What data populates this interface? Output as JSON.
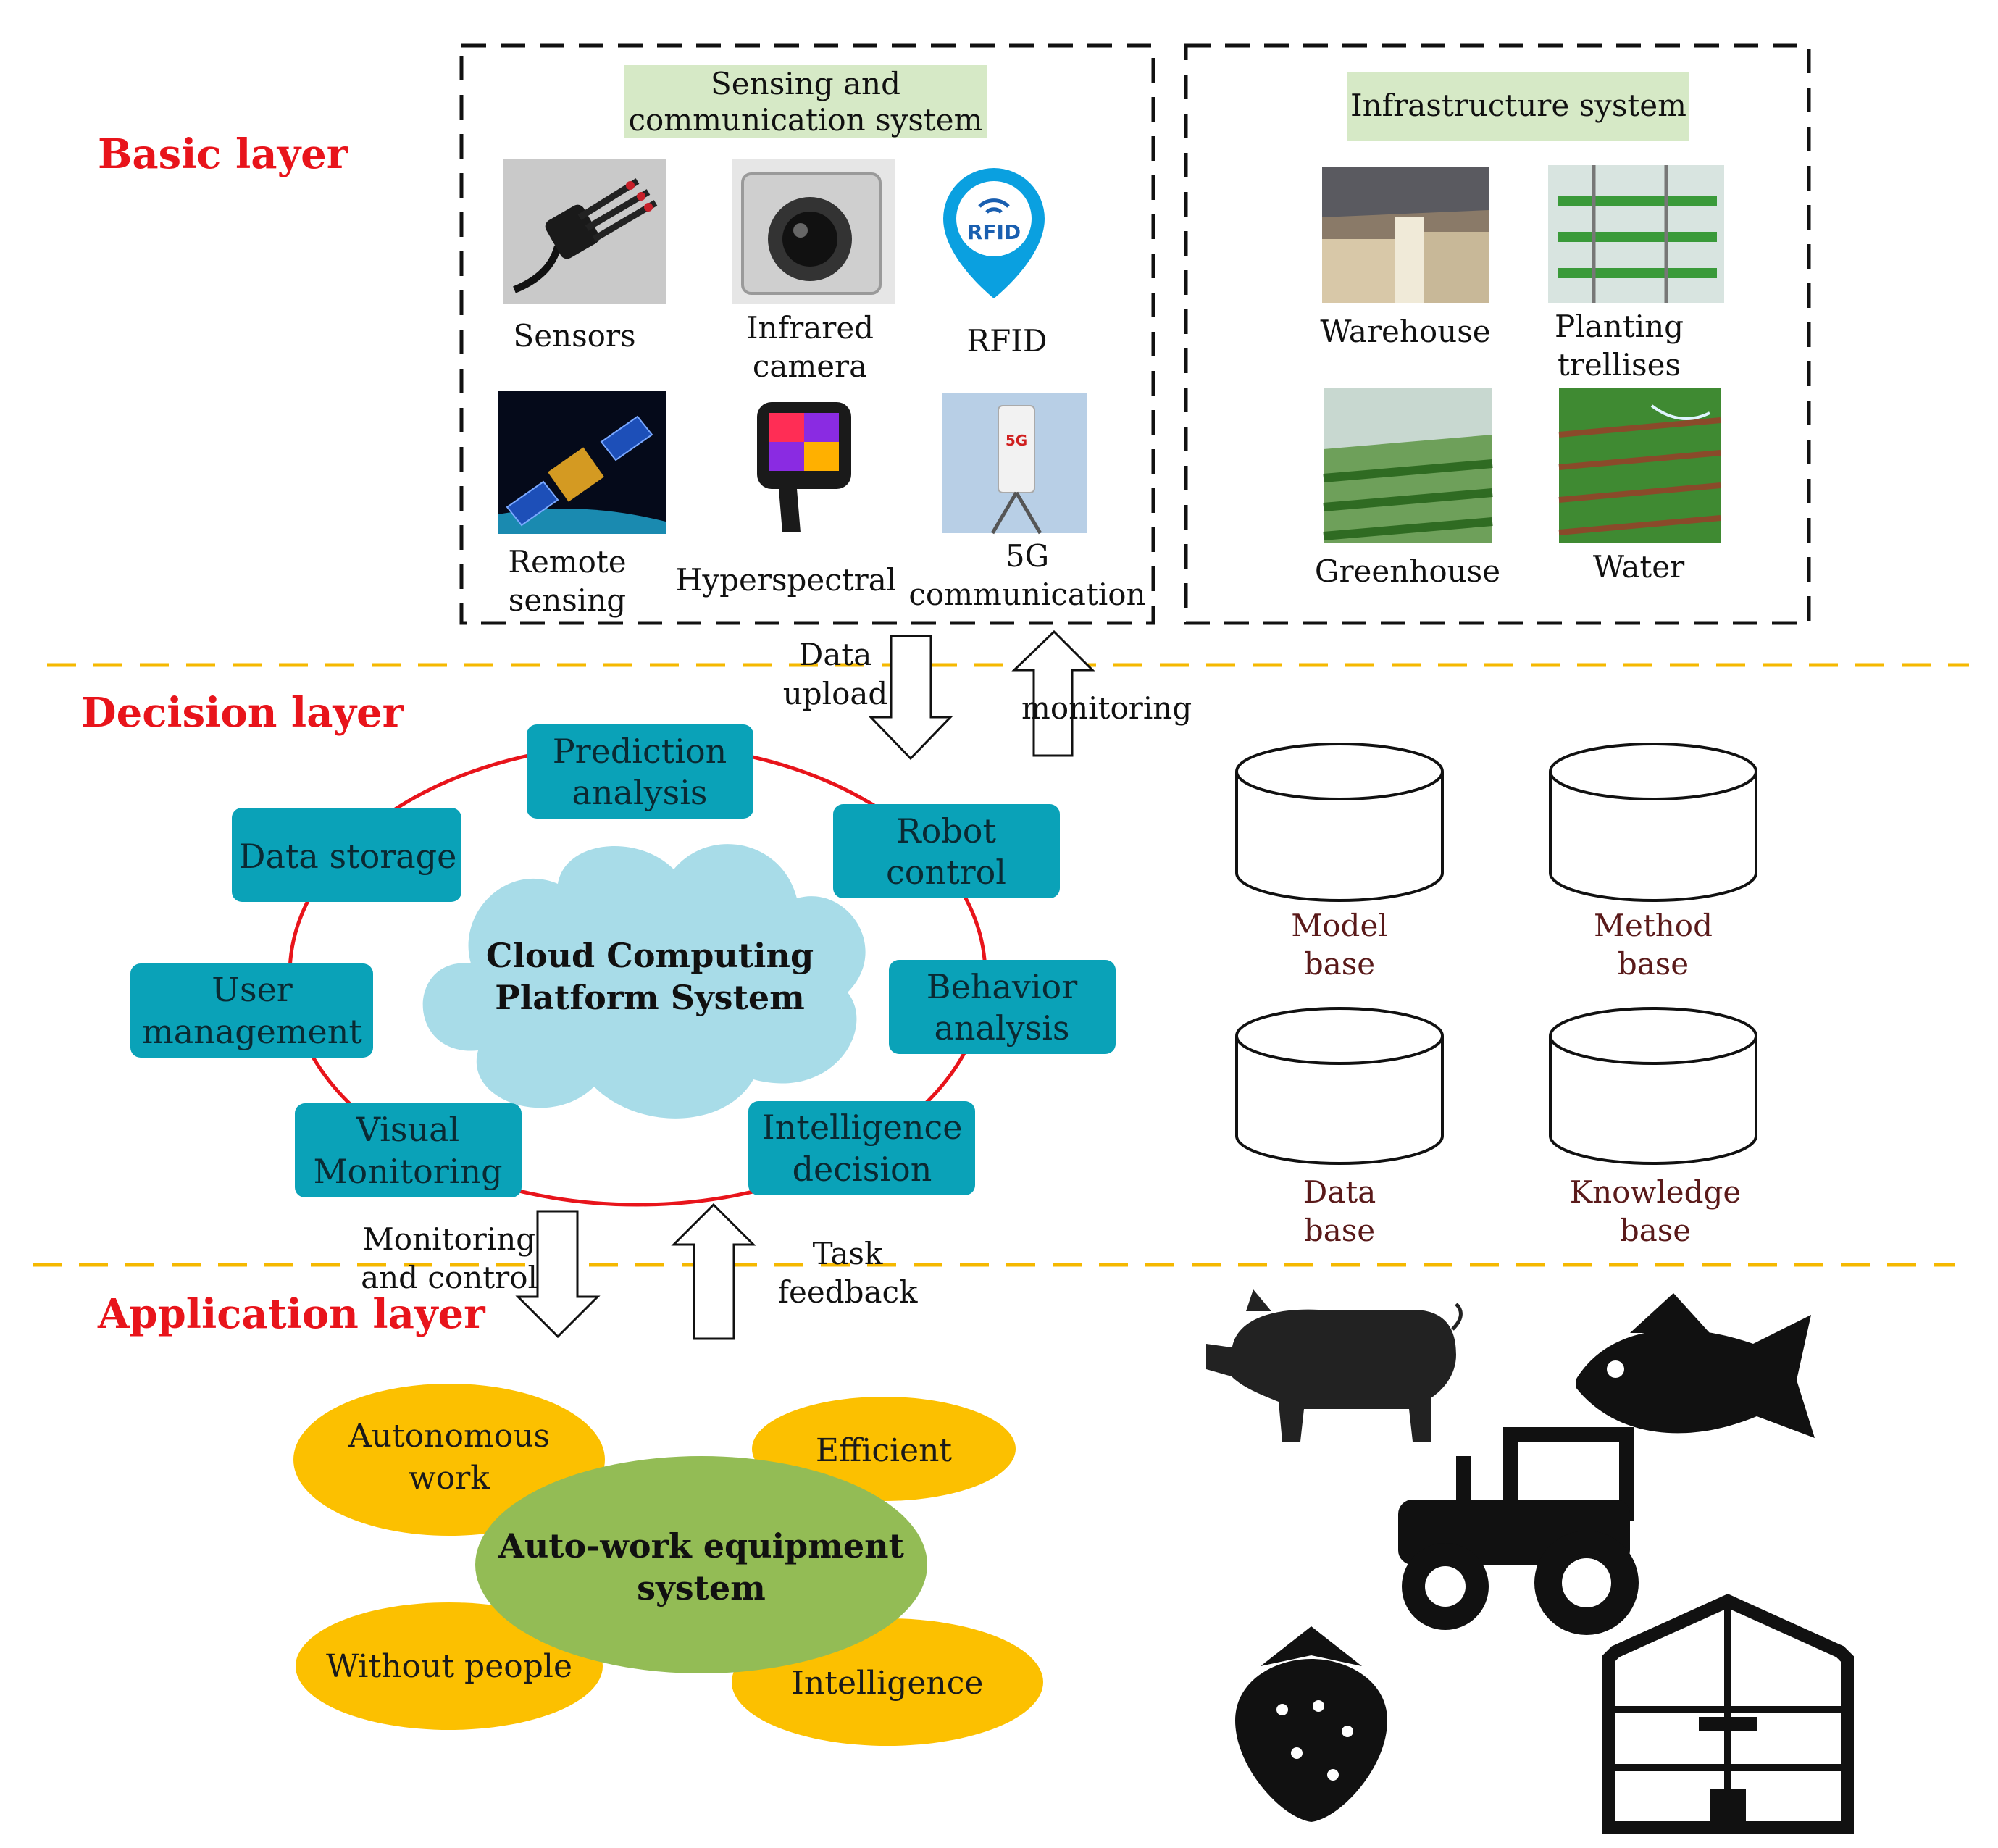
{
  "layers": {
    "basic": "Basic layer",
    "decision": "Decision layer",
    "application": "Application layer"
  },
  "sensing": {
    "title": [
      "Sensing and",
      "communication system"
    ],
    "items": [
      {
        "icon": "soil-sensor-icon",
        "label": [
          "Sensors"
        ]
      },
      {
        "icon": "infrared-camera-icon",
        "label": [
          "Infrared",
          "camera"
        ]
      },
      {
        "icon": "rfid-icon",
        "label": [
          "RFID"
        ],
        "icon_text": "RFID"
      },
      {
        "icon": "satellite-icon",
        "label": [
          "Remote",
          "sensing"
        ]
      },
      {
        "icon": "hyperspectral-camera-icon",
        "label": [
          "Hyperspectral"
        ]
      },
      {
        "icon": "5g-antenna-icon",
        "label": [
          "5G",
          "communication"
        ],
        "icon_text": "5G"
      }
    ]
  },
  "infrastructure": {
    "title": "Infrastructure system",
    "items": [
      {
        "icon": "warehouse-photo",
        "label": [
          "Warehouse"
        ]
      },
      {
        "icon": "planting-trellis-photo",
        "label": [
          "Planting",
          "trellises"
        ]
      },
      {
        "icon": "greenhouse-photo",
        "label": [
          "Greenhouse"
        ]
      },
      {
        "icon": "irrigation-photo",
        "label": [
          "Water"
        ]
      }
    ]
  },
  "arrows": {
    "data_upload": [
      "Data",
      "upload"
    ],
    "monitoring": "monitoring",
    "monitoring_control": [
      "Monitoring",
      "and control"
    ],
    "task_feedback": [
      "Task",
      "feedback"
    ]
  },
  "cloud": {
    "title": [
      "Cloud Computing",
      "Platform System"
    ]
  },
  "ring_boxes": [
    {
      "id": "prediction",
      "label": [
        "Prediction",
        "analysis"
      ]
    },
    {
      "id": "robot",
      "label": [
        "Robot",
        "control"
      ]
    },
    {
      "id": "behavior",
      "label": [
        "Behavior",
        "analysis"
      ]
    },
    {
      "id": "intelligence",
      "label": [
        "Intelligence",
        "decision"
      ]
    },
    {
      "id": "visual",
      "label": [
        "Visual",
        "Monitoring"
      ]
    },
    {
      "id": "user",
      "label": [
        "User",
        "management"
      ]
    },
    {
      "id": "storage",
      "label": [
        "Data storage"
      ]
    }
  ],
  "databases": [
    {
      "label": [
        "Model",
        "base"
      ]
    },
    {
      "label": [
        "Method",
        "base"
      ]
    },
    {
      "label": [
        "Data",
        "base"
      ]
    },
    {
      "label": [
        "Knowledge",
        "base"
      ]
    }
  ],
  "application": {
    "center": [
      "Auto-work equipment",
      "system"
    ],
    "ovals": [
      {
        "label": [
          "Autonomous",
          "work"
        ]
      },
      {
        "label": [
          "Efficient"
        ]
      },
      {
        "label": [
          "Without people"
        ]
      },
      {
        "label": [
          "Intelligence"
        ]
      }
    ],
    "icons": [
      "pig-icon",
      "fish-icon",
      "tractor-icon",
      "strawberry-icon",
      "greenhouse-icon"
    ]
  },
  "colors": {
    "layer_title": "#e8141b",
    "ring_box": "#0aa2b8",
    "ring_circle": "#e8141b",
    "cloud": "#a8dce8",
    "header_bg": "#d6e9c6",
    "oval": "#fcc000",
    "center_oval": "#93bc55",
    "divider": "#f5b800"
  }
}
